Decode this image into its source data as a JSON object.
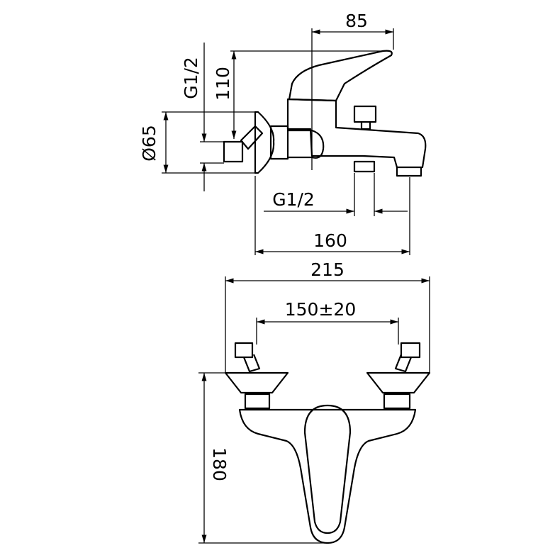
{
  "drawing": {
    "side_view": {
      "spout_reach": "85",
      "handle_height": "110",
      "inlet_thread_top": "G1/2",
      "flange_diameter": "Ø65",
      "outlet_thread": "G1/2",
      "depth": "160"
    },
    "front_view": {
      "overall_width": "215",
      "center_distance": "150±20",
      "height": "180"
    },
    "colors": {
      "line": "#000000",
      "background": "#ffffff"
    }
  }
}
